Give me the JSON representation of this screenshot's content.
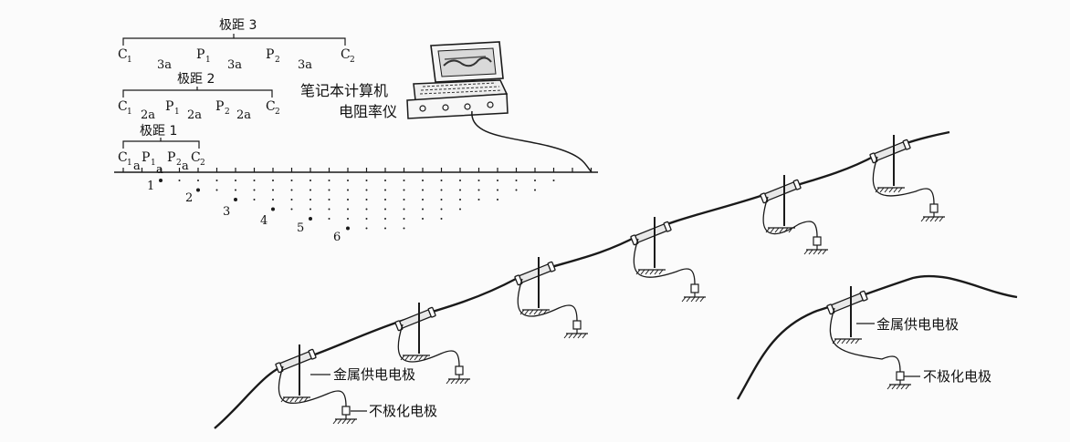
{
  "spacing": {
    "row3": {
      "title": "极距 3",
      "c1": "C",
      "c1_sub": "1",
      "p1": "P",
      "p1_sub": "1",
      "p2": "P",
      "p2_sub": "2",
      "c2": "C",
      "c2_sub": "2",
      "gap": "3a"
    },
    "row2": {
      "title": "极距 2",
      "c1": "C",
      "c1_sub": "1",
      "p1": "P",
      "p1_sub": "1",
      "p2": "P",
      "p2_sub": "2",
      "c2": "C",
      "c2_sub": "2",
      "gap": "2a"
    },
    "row1": {
      "title": "极距 1",
      "c1": "C",
      "c1_sub": "1",
      "p1": "P",
      "p1_sub": "1",
      "p2": "P",
      "p2_sub": "2",
      "c2": "C",
      "c2_sub": "2",
      "gap": "a"
    }
  },
  "depth_labels": [
    "1",
    "2",
    "3",
    "4",
    "5",
    "6"
  ],
  "instrument": {
    "laptop": "笔记本计算机",
    "meter": "电阻率仪"
  },
  "callouts": {
    "metal_electrode": "金属供电电极",
    "nonpolarizing_electrode": "不极化电极"
  },
  "colors": {
    "ink": "#1a1a1a",
    "background": "#fbfbfb"
  }
}
